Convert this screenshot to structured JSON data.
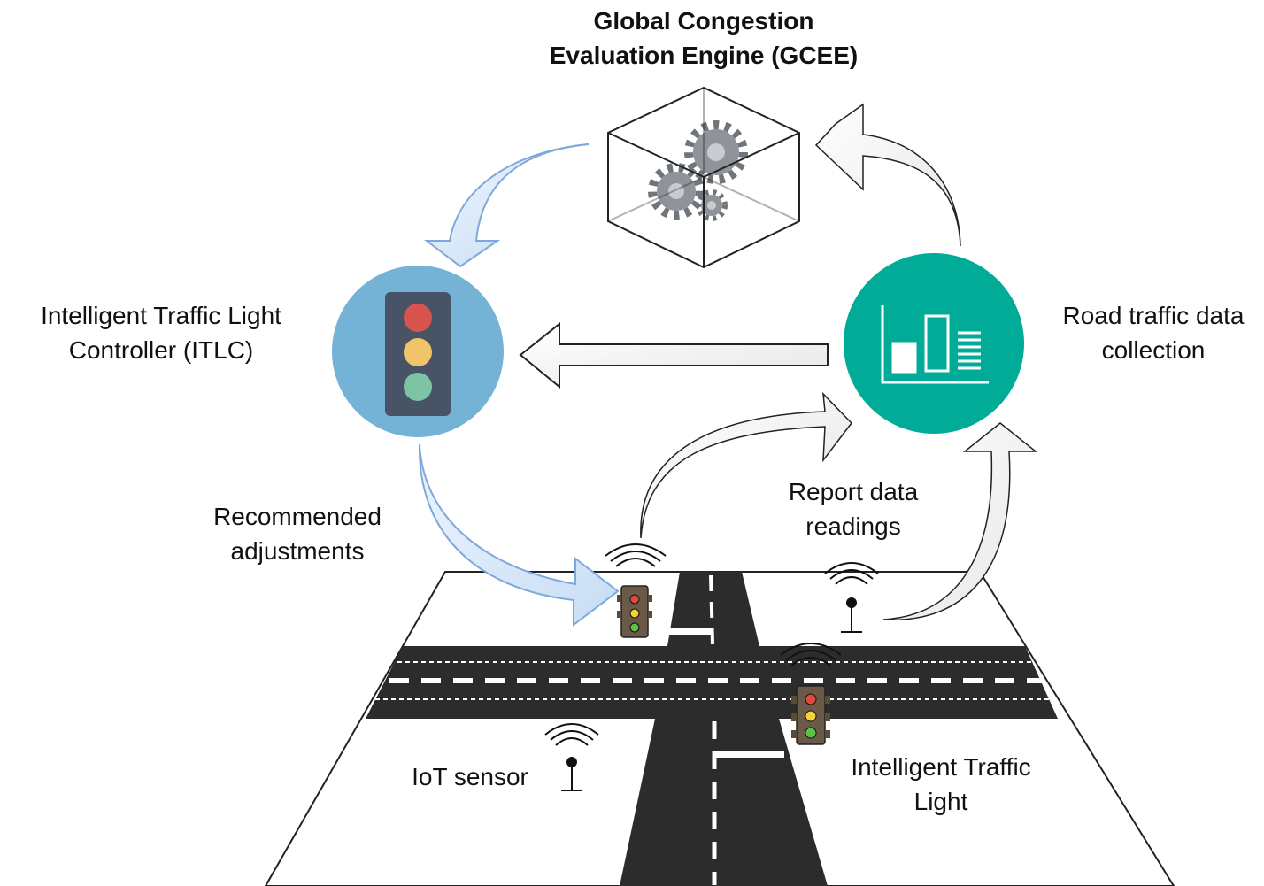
{
  "title": {
    "line1": "Global Congestion",
    "line2": "Evaluation Engine (GCEE)"
  },
  "itlc_label": {
    "line1": "Intelligent Traffic Light",
    "line2": "Controller (ITLC)"
  },
  "collection_label": {
    "line1": "Road traffic data",
    "line2": "collection"
  },
  "recommended_label": {
    "line1": "Recommended",
    "line2": "adjustments"
  },
  "report_label": {
    "line1": "Report data",
    "line2": "readings"
  },
  "sensor_label": "IoT sensor",
  "traffic_light_label": {
    "line1": "Intelligent Traffic",
    "line2": "Light"
  },
  "colors": {
    "itlc_circle": "#74b3d6",
    "collection_circle": "#00ab97",
    "blue_arrow_fill": "#d5e6f8",
    "blue_arrow_stroke": "#7ea8dc",
    "grey_arrow_fill": "#f3f3f3",
    "road": "#2b2b2b",
    "light_red": "#d9534f",
    "light_yellow": "#f2c46a",
    "light_green": "#7dc4a6",
    "light_body": "#485366"
  },
  "icons": [
    "gears-in-cube-icon",
    "traffic-light-icon",
    "bar-chart-icon",
    "wifi-signal-icon",
    "iot-sensor-icon"
  ]
}
